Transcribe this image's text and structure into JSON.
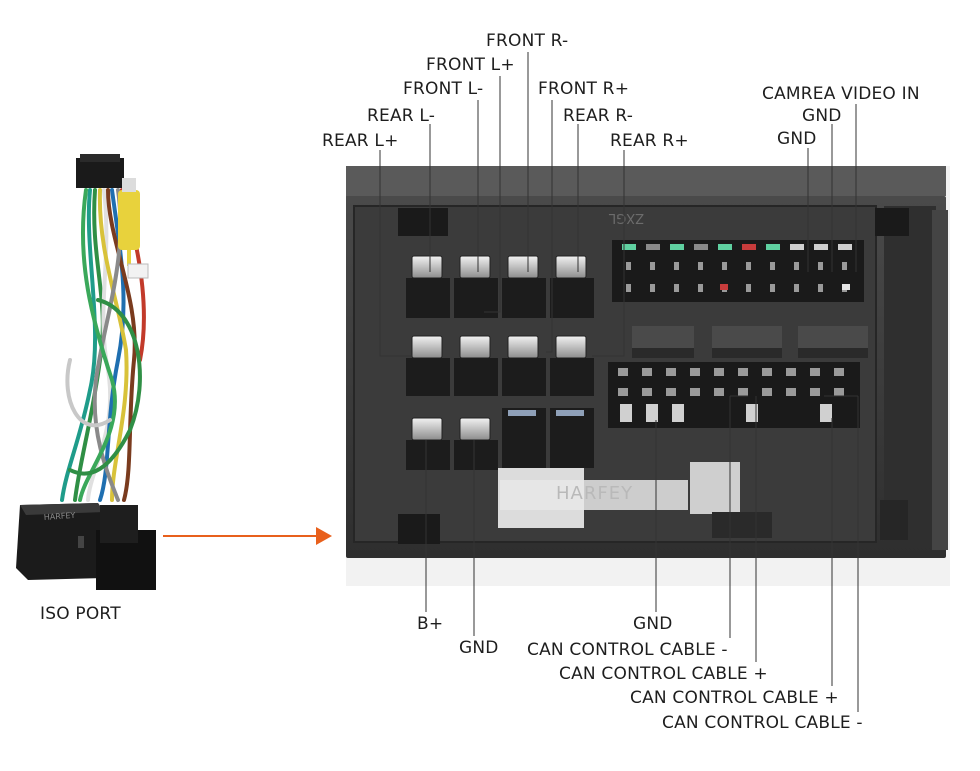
{
  "left_product": {
    "caption": "ISO PORT"
  },
  "watermark": "HARFEY",
  "colors": {
    "arrow": "#e8601c",
    "connector_body": "#3a3a3a",
    "leader_line": "#333333"
  },
  "connector_labels": {
    "top": {
      "front_r_minus": "FRONT R-",
      "front_l_plus": "FRONT L+",
      "front_l_minus": "FRONT L-",
      "front_r_plus": "FRONT R+",
      "rear_l_minus": "REAR L-",
      "rear_r_minus": "REAR R-",
      "rear_l_plus": "REAR L+",
      "rear_r_plus": "REAR R+",
      "camera_video_in": "CAMREA VIDEO IN",
      "gnd_a": "GND",
      "gnd_b": "GND"
    },
    "bottom": {
      "b_plus": "B+",
      "gnd_power": "GND",
      "gnd_signal": "GND",
      "can_control_1": "CAN CONTROL CABLE -",
      "can_control_2": "CAN CONTROL CABLE +",
      "can_control_3": "CAN CONTROL CABLE +",
      "can_control_4": "CAN CONTROL CABLE -"
    }
  }
}
